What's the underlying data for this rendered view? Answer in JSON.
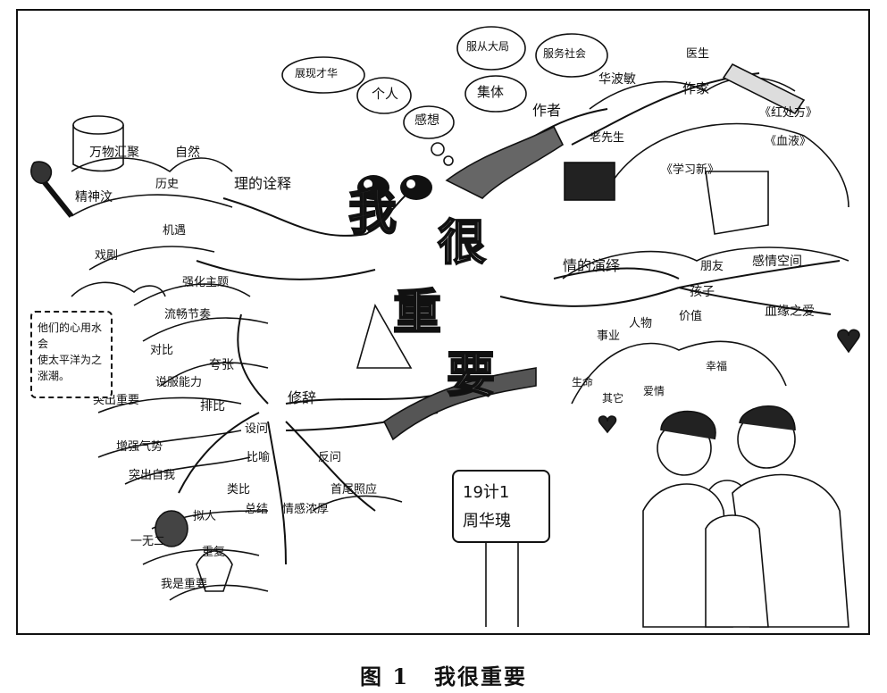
{
  "center": {
    "c1": "我",
    "c2": "很",
    "c3": "重",
    "c4": "要"
  },
  "branches": {
    "philosophy": {
      "label": "理的诠释",
      "items": [
        "万物汇聚",
        "自然",
        "精神汶",
        "历史",
        "戏剧",
        "机遇"
      ]
    },
    "thought": {
      "label": "作者",
      "bubbles": [
        "展现才华",
        "个人",
        "感想",
        "集体",
        "服从大局",
        "服务社会"
      ],
      "items": [
        "华波敏",
        "医生",
        "作家",
        "老先生",
        "《学习新》",
        "《红处方》",
        "《血液》"
      ]
    },
    "emotion": {
      "label": "情的演绎",
      "items": [
        "朋友",
        "感情空间",
        "孩子",
        "血缘之爱",
        "事业",
        "人物",
        "价值",
        "幸福",
        "爱情",
        "其它",
        "生命"
      ]
    },
    "rhetoric": {
      "label": "修辞",
      "items": [
        "强化主题",
        "流畅节奏",
        "对比",
        "夸张",
        "排比",
        "说服能力",
        "突出重要",
        "反问",
        "首尾照应",
        "设问",
        "情感浓厚",
        "比喻",
        "增强气势",
        "类比",
        "总结",
        "拟人",
        "一无二",
        "突出自我",
        "重复",
        "我是重要"
      ]
    }
  },
  "note_text": [
    "他们的心用水会",
    "使太平洋为之",
    "涨潮。"
  ],
  "sign": {
    "line1": "19计1",
    "line2": "周华瑰"
  },
  "caption": {
    "fig": "图 1",
    "title": "我很重要"
  }
}
